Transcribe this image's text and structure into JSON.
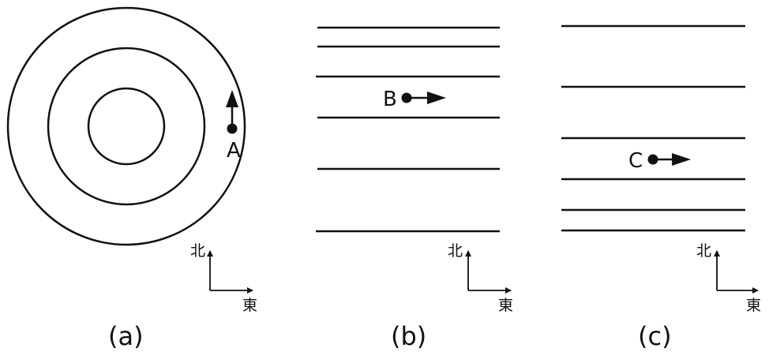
{
  "panels": [
    {
      "caption": "(a)",
      "point_label": "A",
      "compass": {
        "north": "北",
        "east": "東"
      }
    },
    {
      "caption": "(b)",
      "point_label": "B",
      "compass": {
        "north": "北",
        "east": "東"
      }
    },
    {
      "caption": "(c)",
      "point_label": "C",
      "compass": {
        "north": "北",
        "east": "東"
      }
    }
  ],
  "colors": {
    "stroke": "#111111",
    "background": "#ffffff"
  }
}
